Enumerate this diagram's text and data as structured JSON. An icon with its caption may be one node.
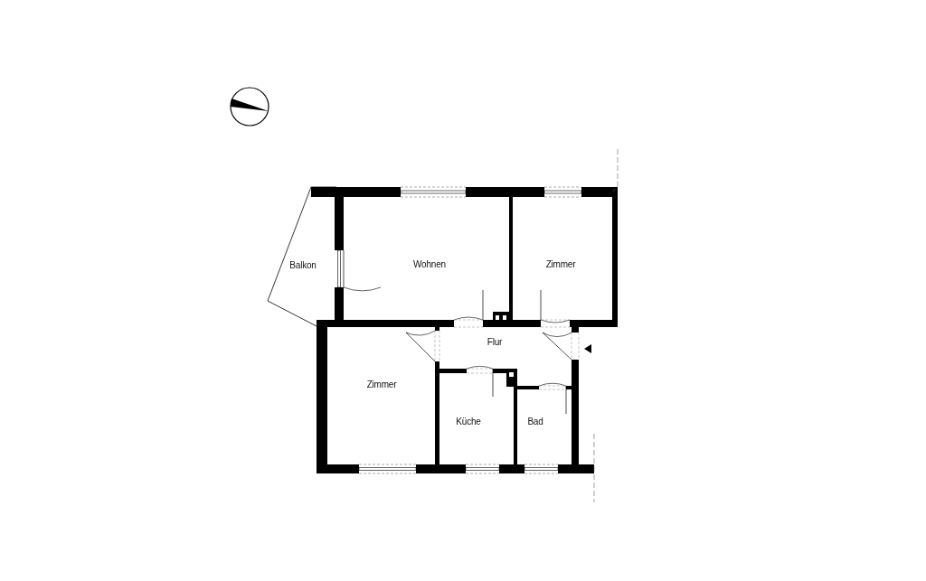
{
  "diagram": {
    "nodes": [
      {
        "text": [
          "Balkon"
        ]
      },
      {
        "text": [
          "Wohnen"
        ]
      },
      {
        "text": [
          "Zimmer"
        ]
      },
      {
        "text": [
          "Flur"
        ]
      },
      {
        "text": [
          "Zimmer"
        ]
      },
      {
        "text": [
          "Küche"
        ]
      },
      {
        "text": [
          "Bad"
        ]
      }
    ]
  }
}
